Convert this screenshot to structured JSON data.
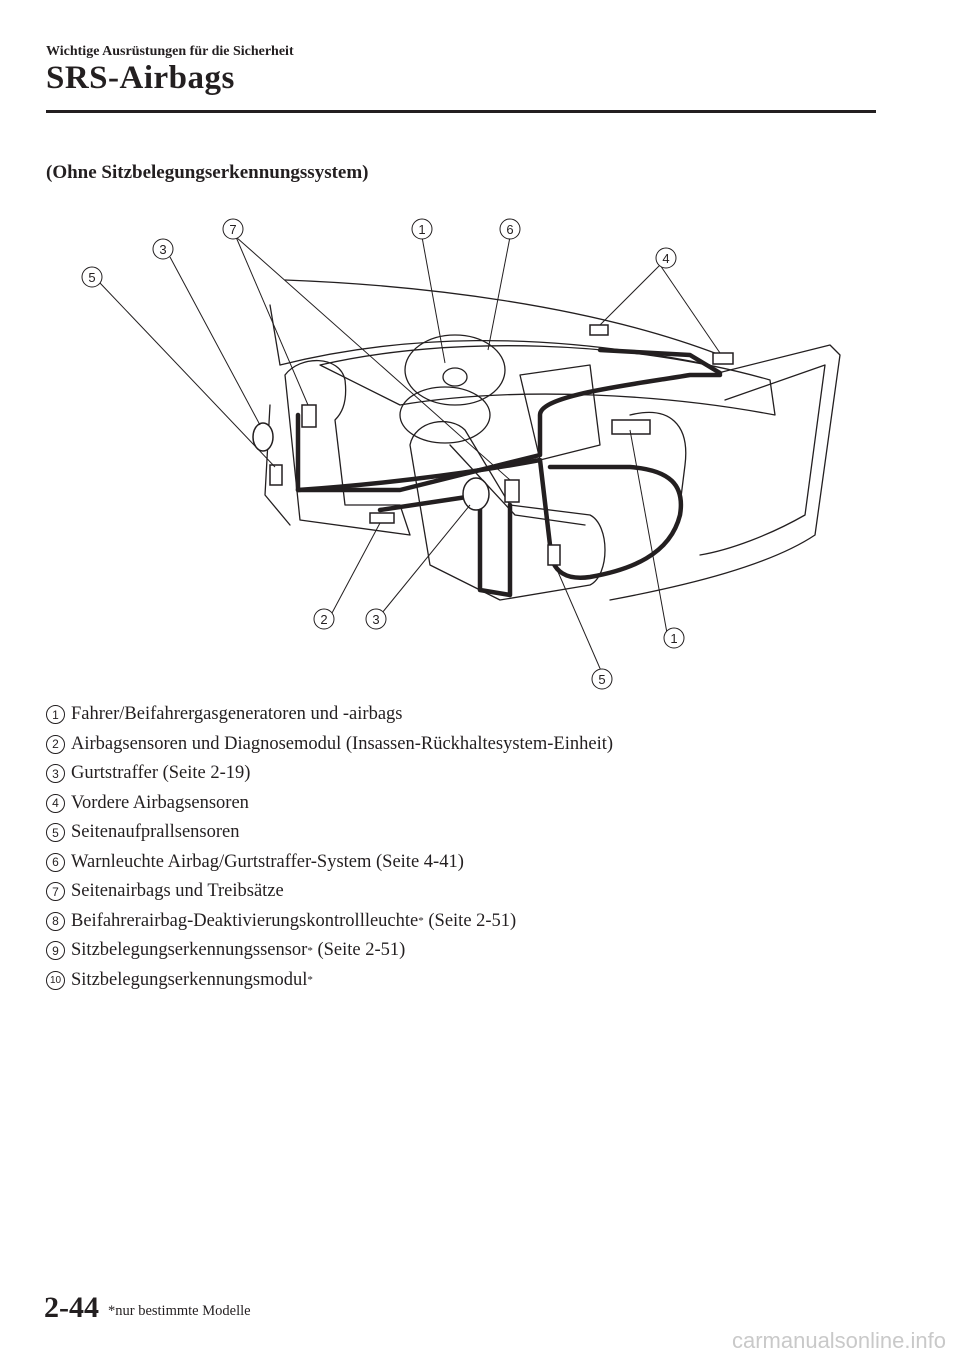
{
  "header": {
    "section": "Wichtige Ausrüstungen für die Sicherheit",
    "title": "SRS-Airbags"
  },
  "subheading": "(Ohne Sitzbelegungserkennungssystem)",
  "figure": {
    "callouts": [
      "1",
      "2",
      "3",
      "4",
      "5",
      "6",
      "7",
      "3",
      "1",
      "5"
    ]
  },
  "legend": [
    {
      "num": "1",
      "text": "Fahrer/Beifahrergasgeneratoren und -airbags",
      "mark": "",
      "suffix": ""
    },
    {
      "num": "2",
      "text": "Airbagsensoren und Diagnosemodul (Insassen-Rückhaltesystem-Einheit)",
      "mark": "",
      "suffix": ""
    },
    {
      "num": "3",
      "text": "Gurtstraffer (Seite 2-19)",
      "mark": "",
      "suffix": ""
    },
    {
      "num": "4",
      "text": "Vordere Airbagsensoren",
      "mark": "",
      "suffix": ""
    },
    {
      "num": "5",
      "text": "Seitenaufprallsensoren",
      "mark": "",
      "suffix": ""
    },
    {
      "num": "6",
      "text": "Warnleuchte Airbag/Gurtstraffer-System (Seite 4-41)",
      "mark": "",
      "suffix": ""
    },
    {
      "num": "7",
      "text": "Seitenairbags und Treibsätze",
      "mark": "",
      "suffix": ""
    },
    {
      "num": "8",
      "text": "Beifahrerairbag-Deaktivierungskontrollleuchte",
      "mark": "*",
      "suffix": " (Seite 2-51)"
    },
    {
      "num": "9",
      "text": "Sitzbelegungserkennungssensor",
      "mark": "*",
      "suffix": " (Seite 2-51)"
    },
    {
      "num": "10",
      "text": "Sitzbelegungserkennungsmodul",
      "mark": "*",
      "suffix": ""
    }
  ],
  "footer": {
    "page_number": "2-44",
    "footnote": "*nur bestimmte Modelle",
    "watermark": "carmanualsonline.info"
  }
}
